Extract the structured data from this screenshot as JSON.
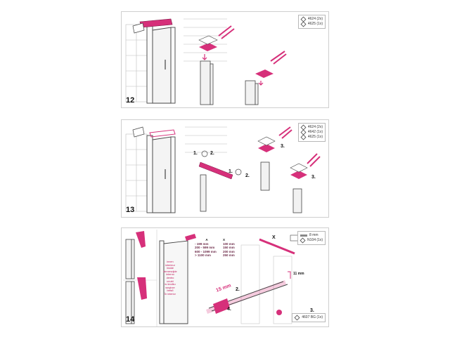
{
  "panels": [
    {
      "step": "12",
      "parts": [
        "4624 (2x)",
        "4625 (1x)"
      ],
      "labels": []
    },
    {
      "step": "13",
      "parts": [
        "4624 (2x)",
        "4642 (1x)",
        "4625 (1x)"
      ],
      "labels": [
        "1.",
        "2.",
        "1.",
        "2.",
        "3.",
        "3."
      ]
    },
    {
      "step": "14",
      "parts_top": [
        "8 mm",
        "N104 (1x)"
      ],
      "parts_bottom": [
        "4607 BG (1x)"
      ],
      "table_headers": [
        "A",
        "X"
      ],
      "table_rows": [
        [
          "- 199 mm",
          "100 mm"
        ],
        [
          "200 - 599 mm",
          "150 mm"
        ],
        [
          "600 - 1099 mm",
          "200 mm"
        ],
        [
          "> 1100 mm",
          "250 mm"
        ]
      ],
      "side_words": [
        "innen",
        "interieur",
        "inside",
        "binnenzijde",
        "interno",
        "dentro",
        "unutri",
        "w środku",
        "wnętrze",
        "belső",
        "În interior"
      ],
      "measure": "15 mm",
      "dim_x": "X",
      "dim_a": "A",
      "dim_11": "11 mm",
      "labels": [
        "2.",
        "4.",
        "3."
      ]
    }
  ],
  "colors": {
    "accent": "#d6307a",
    "line": "#3a3a3a",
    "light": "#e6e6e6"
  }
}
